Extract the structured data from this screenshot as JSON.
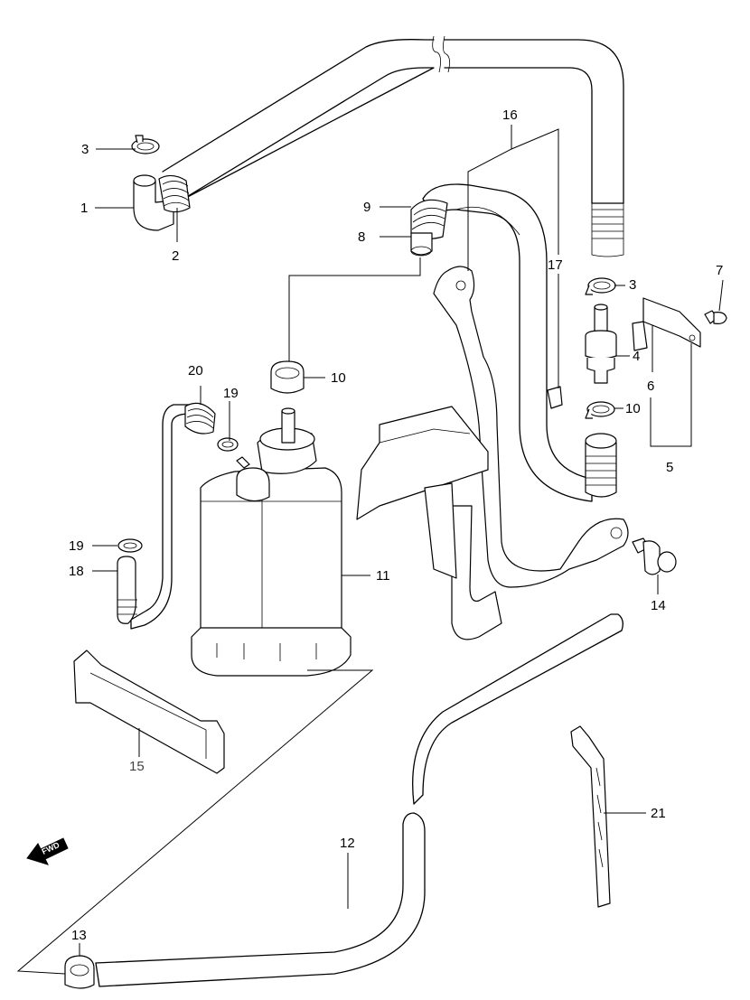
{
  "parts": [
    {
      "id": "1",
      "label": "1"
    },
    {
      "id": "2",
      "label": "2"
    },
    {
      "id": "3a",
      "label": "3"
    },
    {
      "id": "3b",
      "label": "3"
    },
    {
      "id": "4",
      "label": "4"
    },
    {
      "id": "5",
      "label": "5"
    },
    {
      "id": "6",
      "label": "6"
    },
    {
      "id": "7",
      "label": "7"
    },
    {
      "id": "8",
      "label": "8"
    },
    {
      "id": "9",
      "label": "9"
    },
    {
      "id": "10a",
      "label": "10"
    },
    {
      "id": "10b",
      "label": "10"
    },
    {
      "id": "11",
      "label": "11"
    },
    {
      "id": "12",
      "label": "12"
    },
    {
      "id": "13",
      "label": "13"
    },
    {
      "id": "14",
      "label": "14"
    },
    {
      "id": "15",
      "label": "15"
    },
    {
      "id": "16",
      "label": "16"
    },
    {
      "id": "17",
      "label": "17"
    },
    {
      "id": "18",
      "label": "18"
    },
    {
      "id": "19a",
      "label": "19"
    },
    {
      "id": "19b",
      "label": "19"
    },
    {
      "id": "20",
      "label": "20"
    },
    {
      "id": "21",
      "label": "21"
    }
  ],
  "fwd_label": "FWD",
  "colors": {
    "line": "#000000",
    "background": "#ffffff",
    "label_15": "#444444"
  }
}
